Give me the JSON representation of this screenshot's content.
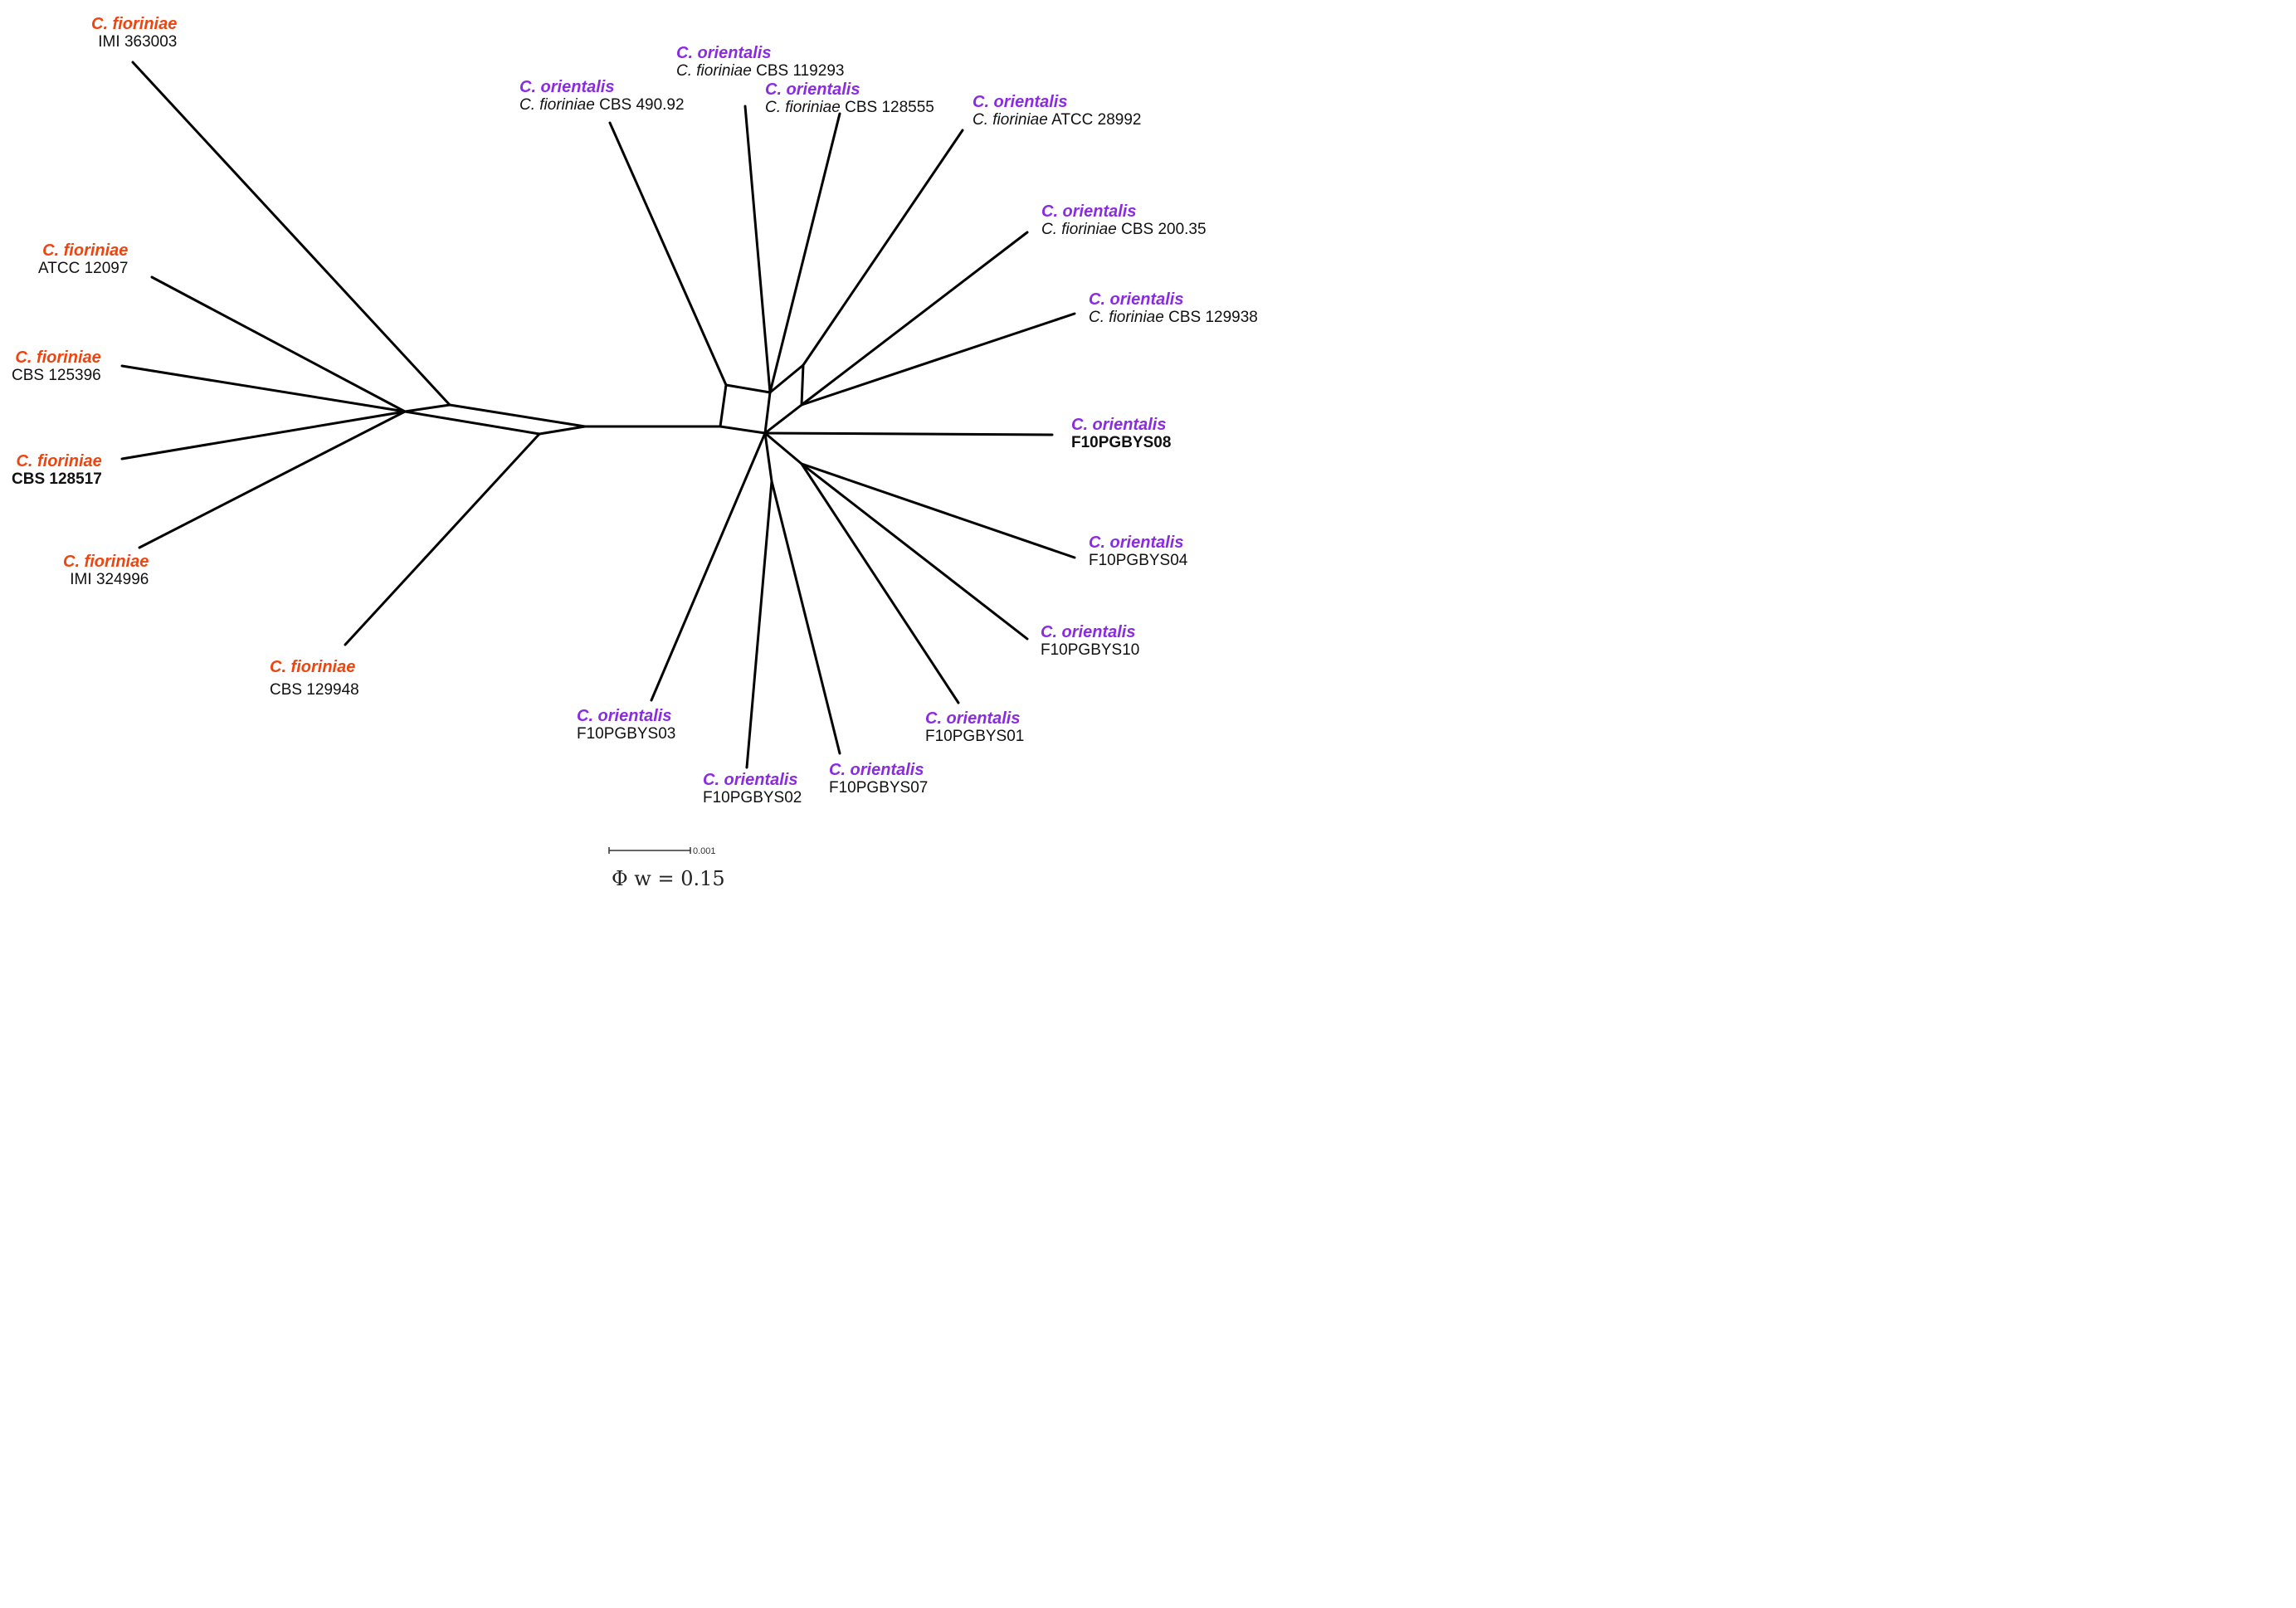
{
  "colors": {
    "fioriniae": "#ee4410",
    "orientalis": "#8a2be2",
    "strain_text": "#111111",
    "edges": "#000000"
  },
  "taxa": [
    {
      "species": "C. fioriniae",
      "group": "fioriniae",
      "strain": "IMI 363003"
    },
    {
      "species": "C. fioriniae",
      "group": "fioriniae",
      "strain": "ATCC 12097"
    },
    {
      "species": "C. fioriniae",
      "group": "fioriniae",
      "strain": "CBS 125396"
    },
    {
      "species": "C. fioriniae",
      "group": "fioriniae",
      "strain": "CBS 128517",
      "bold": true
    },
    {
      "species": "C. fioriniae",
      "group": "fioriniae",
      "strain": "IMI 324996"
    },
    {
      "species": "C. fioriniae",
      "group": "fioriniae",
      "strain": "CBS 129948"
    },
    {
      "species": "C. orientalis",
      "group": "orientalis",
      "strain_prefix": "C. fioriniae",
      "strain": "CBS 490.92"
    },
    {
      "species": "C. orientalis",
      "group": "orientalis",
      "strain_prefix": "C. fioriniae",
      "strain": "CBS 119293"
    },
    {
      "species": "C. orientalis",
      "group": "orientalis",
      "strain_prefix": "C. fioriniae",
      "strain": "CBS 128555"
    },
    {
      "species": "C. orientalis",
      "group": "orientalis",
      "strain_prefix": "C. fioriniae",
      "strain": "ATCC 28992"
    },
    {
      "species": "C. orientalis",
      "group": "orientalis",
      "strain_prefix": "C. fioriniae",
      "strain": "CBS 200.35"
    },
    {
      "species": "C. orientalis",
      "group": "orientalis",
      "strain_prefix": "C. fioriniae",
      "strain": "CBS 129938"
    },
    {
      "species": "C. orientalis",
      "group": "orientalis",
      "strain": "F10PGBYS08",
      "bold": true
    },
    {
      "species": "C. orientalis",
      "group": "orientalis",
      "strain": "F10PGBYS04"
    },
    {
      "species": "C. orientalis",
      "group": "orientalis",
      "strain": "F10PGBYS10"
    },
    {
      "species": "C. orientalis",
      "group": "orientalis",
      "strain": "F10PGBYS01"
    },
    {
      "species": "C. orientalis",
      "group": "orientalis",
      "strain": "F10PGBYS07"
    },
    {
      "species": "C. orientalis",
      "group": "orientalis",
      "strain": "F10PGBYS02"
    },
    {
      "species": "C. orientalis",
      "group": "orientalis",
      "strain": "F10PGBYS03"
    }
  ],
  "scale_bar": {
    "value": "0.001"
  },
  "phi_statistic": "Φ w = 0.15"
}
